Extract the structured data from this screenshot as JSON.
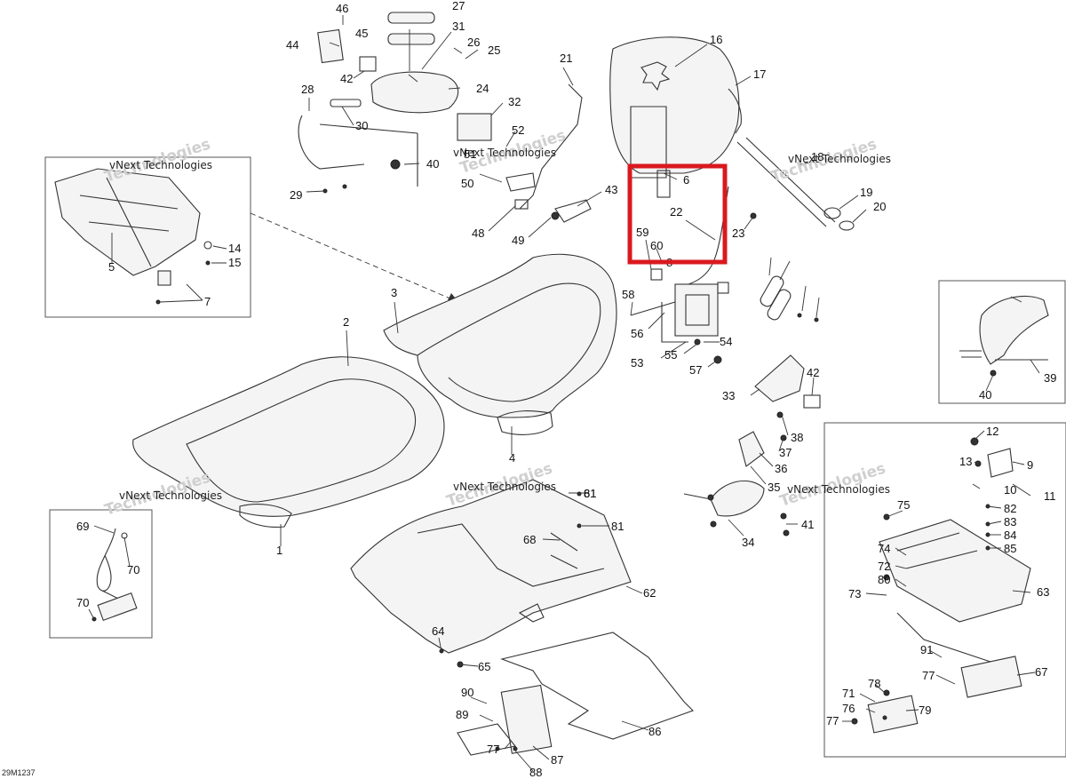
{
  "diagram_code": "29M1237",
  "watermark": "vNext Technologies",
  "watermark_alt": "Technologies",
  "highlight_color": "#d9191f",
  "labels": [
    "1",
    "2",
    "3",
    "4",
    "5",
    "6",
    "7",
    "8",
    "9",
    "10",
    "11",
    "12",
    "13",
    "14",
    "15",
    "16",
    "17",
    "18",
    "19",
    "20",
    "21",
    "22",
    "23",
    "24",
    "25",
    "26",
    "27",
    "28",
    "29",
    "30",
    "31",
    "32",
    "33",
    "34",
    "35",
    "36",
    "37",
    "38",
    "39",
    "40",
    "41",
    "42",
    "43",
    "44",
    "45",
    "46",
    "48",
    "49",
    "50",
    "51",
    "52",
    "53",
    "54",
    "55",
    "56",
    "57",
    "58",
    "59",
    "60",
    "61",
    "62",
    "63",
    "64",
    "65",
    "67",
    "68",
    "69",
    "70",
    "71",
    "72",
    "73",
    "74",
    "75",
    "76",
    "77",
    "78",
    "79",
    "80",
    "81",
    "82",
    "83",
    "84",
    "85",
    "86",
    "87",
    "88",
    "89",
    "90",
    "91"
  ]
}
